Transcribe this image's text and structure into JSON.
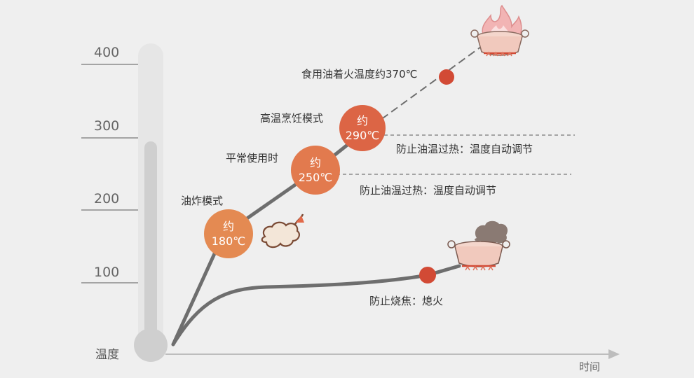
{
  "axes": {
    "y_label": "温度",
    "x_label": "时间",
    "ticks": [
      "400",
      "300",
      "200",
      "100"
    ]
  },
  "labels": {
    "fry_mode": "油炸模式",
    "normal_use": "平常使用时",
    "high_temp_mode": "高温烹饪模式",
    "oil_ignition": "食用油着火温度约370℃",
    "prevent_overheat_1": "防止油温过热：温度自动调节",
    "prevent_overheat_2": "防止油温过热：温度自动调节",
    "prevent_burn": "防止烧焦：熄火"
  },
  "bubbles": {
    "b180": {
      "line1": "约",
      "line2": "180℃"
    },
    "b250": {
      "line1": "约",
      "line2": "250℃"
    },
    "b290": {
      "line1": "约",
      "line2": "290℃"
    }
  },
  "colors": {
    "background": "#efefef",
    "thermometer": "#cfcfcf",
    "curve": "#6e6e6e",
    "bubble_180": "#e48a52",
    "bubble_250": "#e27a4e",
    "bubble_290": "#dc6545",
    "red_dot": "#d24a35",
    "fire": "#f2a4a4"
  },
  "icons": [
    "flaming-pot-icon",
    "fried-shrimp-icon",
    "smoking-pot-icon"
  ]
}
